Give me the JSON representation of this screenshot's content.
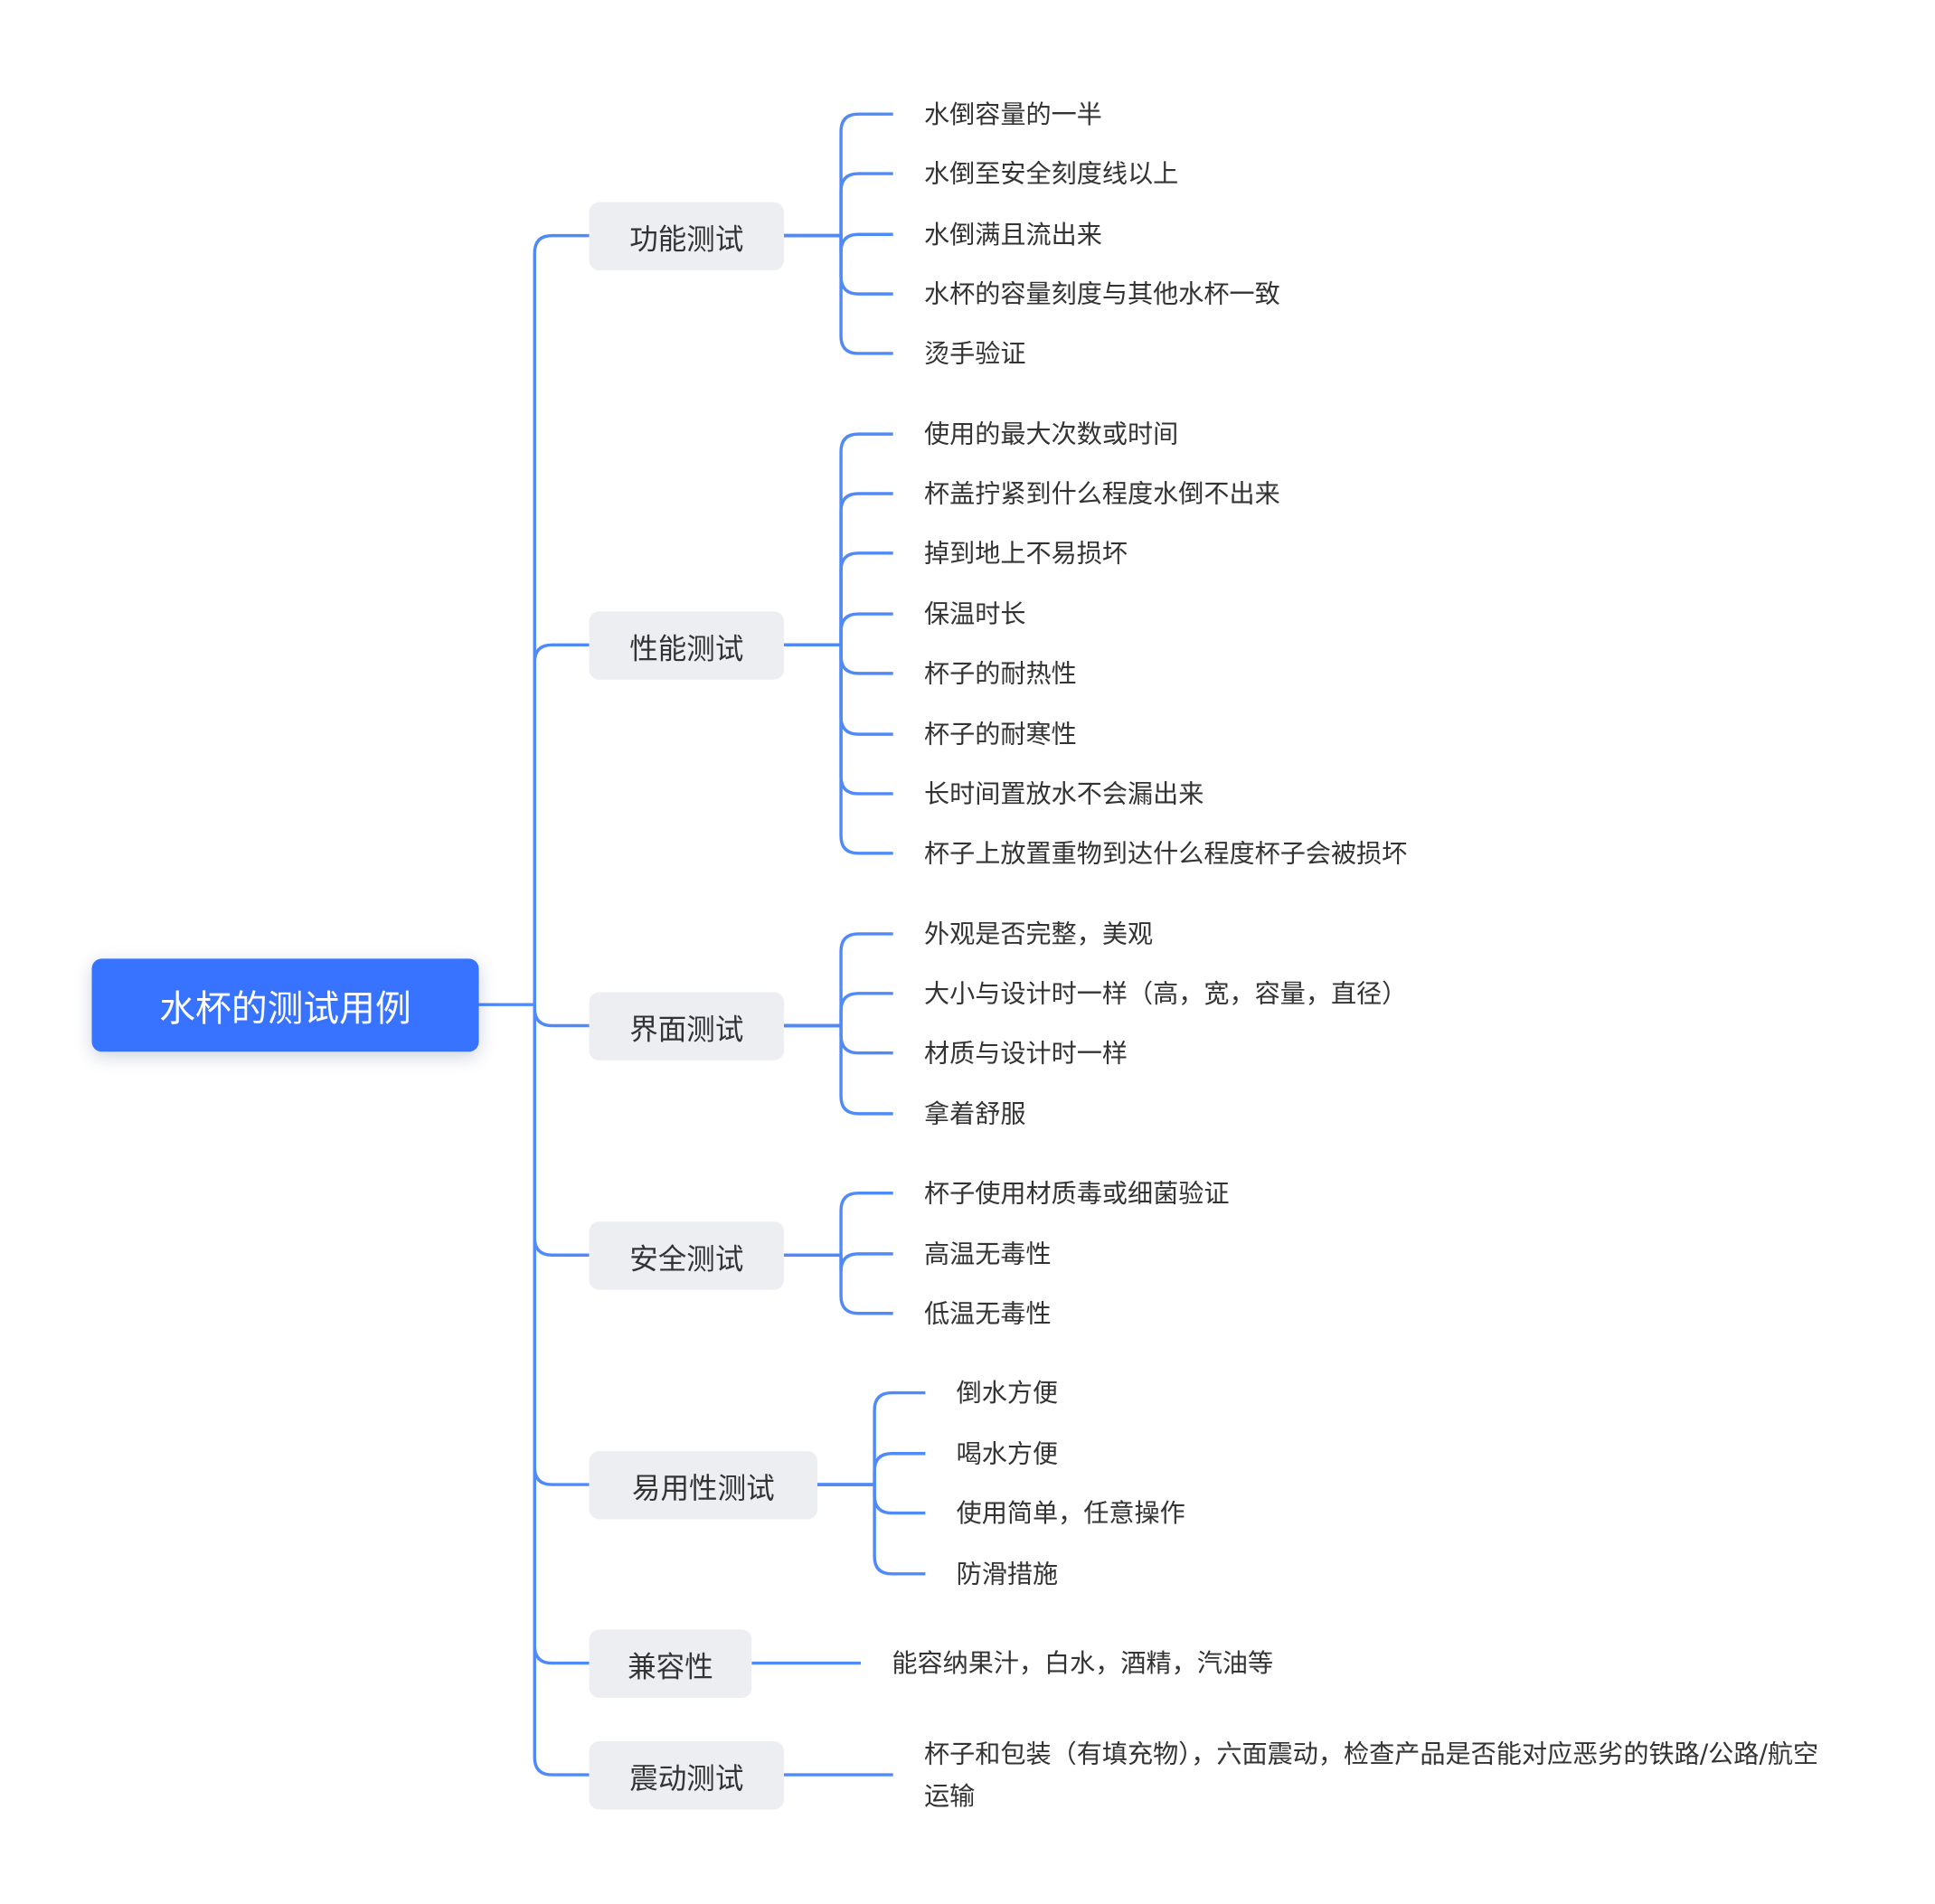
{
  "root": {
    "label": "水杯的测试用例"
  },
  "colors": {
    "root": "#3873FF",
    "line": "#5089F8",
    "branch_bg": "#EDEEF2",
    "text": "#333333"
  },
  "branches": [
    {
      "label": "功能测试",
      "children": [
        "水倒容量的一半",
        "水倒至安全刻度线以上",
        "水倒满且流出来",
        "水杯的容量刻度与其他水杯一致",
        "烫手验证"
      ]
    },
    {
      "label": "性能测试",
      "children": [
        "使用的最大次数或时间",
        "杯盖拧紧到什么程度水倒不出来",
        "掉到地上不易损坏",
        "保温时长",
        "杯子的耐热性",
        "杯子的耐寒性",
        "长时间置放水不会漏出来",
        "杯子上放置重物到达什么程度杯子会被损坏"
      ]
    },
    {
      "label": "界面测试",
      "children": [
        "外观是否完整，美观",
        "大小与设计时一样（高，宽，容量，直径）",
        "材质与设计时一样",
        "拿着舒服"
      ]
    },
    {
      "label": "安全测试",
      "children": [
        "杯子使用材质毒或细菌验证",
        "高温无毒性",
        "低温无毒性"
      ]
    },
    {
      "label": "易用性测试",
      "children": [
        "倒水方便",
        "喝水方便",
        "使用简单，任意操作",
        "防滑措施"
      ]
    },
    {
      "label": "兼容性",
      "children": [
        "能容纳果汁，白水，酒精，汽油等"
      ]
    },
    {
      "label": "震动测试",
      "children": [
        "杯子和包装（有填充物），六面震动，检查产品是否能对应恶劣的铁路/公路/航空运输"
      ]
    }
  ]
}
